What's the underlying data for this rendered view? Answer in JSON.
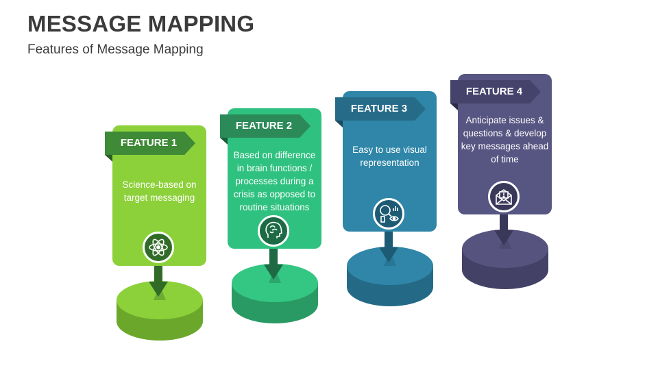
{
  "header": {
    "title": "MESSAGE MAPPING",
    "subtitle": "Features of Message Mapping"
  },
  "features": [
    {
      "label": "FEATURE 1",
      "description": "Science-based on target messaging",
      "icon": "atom-icon",
      "colors": {
        "card": "#8dd13a",
        "ribbon": "#3e8a36",
        "fold": "#2a5e23",
        "dark": "#316b28",
        "base_top": "#8dd13a",
        "base_side": "#6aa72b"
      }
    },
    {
      "label": "FEATURE 2",
      "description": "Based on difference in brain functions / processes during a crisis as opposed to routine situations",
      "icon": "brain-head-icon",
      "colors": {
        "card": "#2fc180",
        "ribbon": "#2b8a58",
        "fold": "#1c5e3b",
        "dark": "#1d6a44",
        "base_top": "#34c683",
        "base_side": "#2a9a64"
      }
    },
    {
      "label": "FEATURE 3",
      "description": "Easy to use visual representation",
      "icon": "search-chart-icon",
      "colors": {
        "card": "#2f86a8",
        "ribbon": "#266c89",
        "fold": "#1a4b60",
        "dark": "#1d5a73",
        "base_top": "#2f86a8",
        "base_side": "#246a86"
      }
    },
    {
      "label": "FEATURE 4",
      "description": "Anticipate issues & questions & develop key messages ahead of time",
      "icon": "envelope-warning-icon",
      "colors": {
        "card": "#575582",
        "ribbon": "#45436b",
        "fold": "#2e2d49",
        "dark": "#3a3859",
        "base_top": "#56547f",
        "base_side": "#434166"
      }
    }
  ]
}
